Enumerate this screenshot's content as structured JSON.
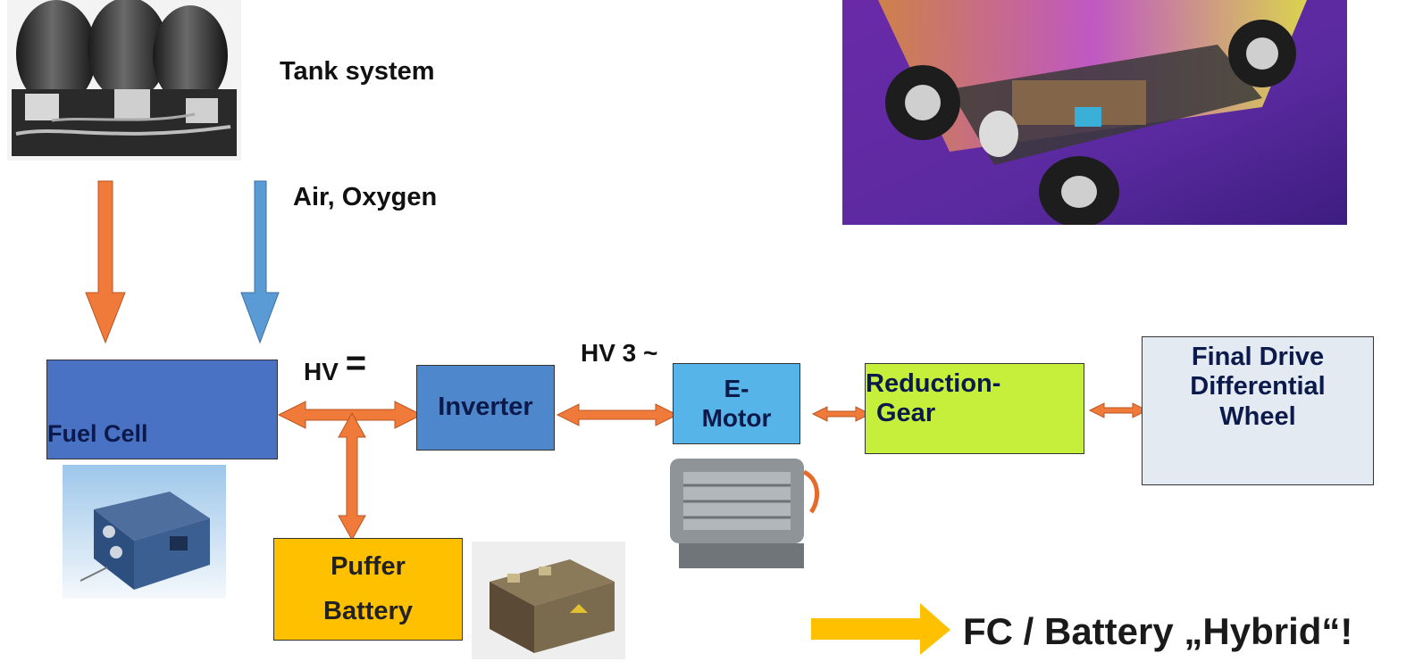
{
  "labels": {
    "tank_system": "Tank system",
    "air_oxygen": "Air, Oxygen",
    "hv_dc": "HV",
    "hv_dc_symbol": "=",
    "hv_ac": "HV 3 ~",
    "conclusion": "FC / Battery „Hybrid“!"
  },
  "blocks": {
    "fuel_cell": "Fuel Cell",
    "inverter": "Inverter",
    "e_motor_line1": "E-",
    "e_motor_line2": "Motor",
    "reduction_line1": "Reduction-",
    "reduction_line2": "Gear",
    "final_line1": "Final Drive",
    "final_line2": "Differential",
    "final_line3": "Wheel",
    "puffer_line1": "Puffer",
    "puffer_line2": "Battery"
  },
  "colors": {
    "hydrogen_arrow": "#f07a3a",
    "air_arrow": "#5b9bd5",
    "power_arrow": "#f07a3a",
    "fuel_cell": "#4a72c4",
    "inverter": "#4f87cc",
    "e_motor": "#56b4e9",
    "reduction_gear": "#c5ef3a",
    "final_drive": "#e4eaf2",
    "puffer_battery": "#ffc000",
    "conclusion_arrow": "#ffc000"
  },
  "pictures": {
    "tank_photo": "hydrogen-tank-system-photo",
    "car_render": "fuel-cell-vehicle-chassis-render",
    "fuel_cell_photo": "fuel-cell-stack-photo",
    "battery_photo": "battery-pack-photo",
    "motor_photo": "electric-motor-photo"
  }
}
